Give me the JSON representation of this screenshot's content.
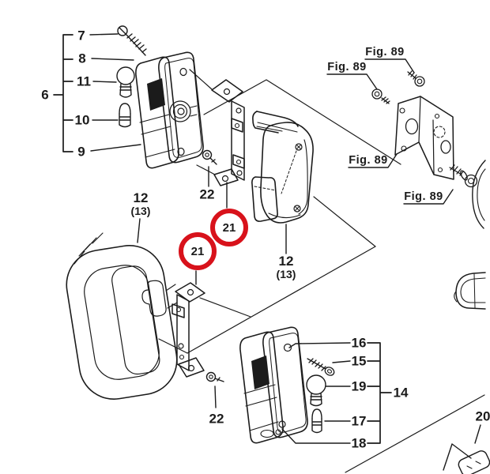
{
  "colors": {
    "line": "#1b1b1b",
    "highlight": "#d8121b",
    "background": "#ffffff"
  },
  "callouts": {
    "c6": "6",
    "c7": "7",
    "c8": "8",
    "c9": "9",
    "c10": "10",
    "c11": "11",
    "c12_left_top": "12",
    "c12_left_bottom": "(13)",
    "c12_mid_top": "12",
    "c12_mid_bottom": "(13)",
    "c14": "14",
    "c15": "15",
    "c16": "16",
    "c17": "17",
    "c18": "18",
    "c19": "19",
    "c20": "20",
    "c21_upper": "21",
    "c21_lower": "21",
    "c22_upper": "22",
    "c22_lower": "22"
  },
  "figure_references": {
    "top": "Fig. 89",
    "left": "Fig. 89",
    "lower_left": "Fig. 89",
    "bottom": "Fig. 89"
  }
}
